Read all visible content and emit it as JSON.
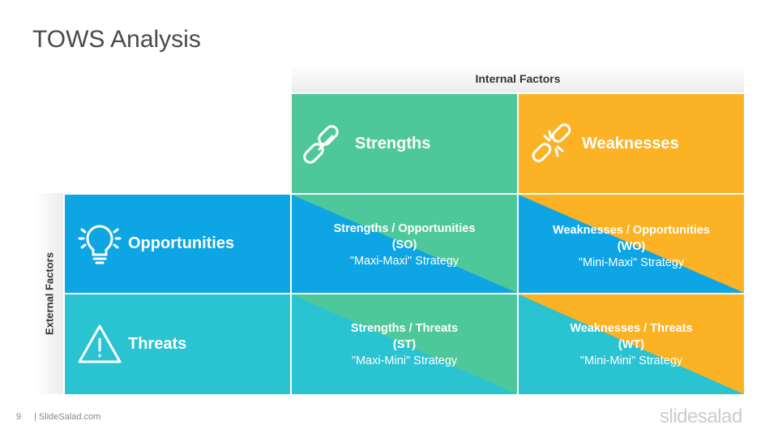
{
  "title": "TOWS Analysis",
  "internal_factors": "Internal Factors",
  "external_factors": "External Factors",
  "columns": [
    {
      "label": "Strengths",
      "color": "#4ec89b",
      "icon": "chain-link-icon"
    },
    {
      "label": "Weaknesses",
      "color": "#fbb225",
      "icon": "broken-chain-icon"
    }
  ],
  "rows": [
    {
      "label": "Opportunities",
      "color": "#0ea5e5",
      "icon": "lightbulb-icon"
    },
    {
      "label": "Threats",
      "color": "#29c3d1",
      "icon": "warning-icon"
    }
  ],
  "quadrants": {
    "so": {
      "title": "Strengths / Opportunities",
      "code": "(SO)",
      "strategy": "\"Maxi-Maxi\" Strategy"
    },
    "wo": {
      "title": "Weaknesses  / Opportunities",
      "code": "(WO)",
      "strategy": "\"Mini-Maxi\" Strategy"
    },
    "st": {
      "title": "Strengths / Threats",
      "code": "(ST)",
      "strategy": "\"Maxi-Mini\" Strategy"
    },
    "wt": {
      "title": "Weaknesses  / Threats",
      "code": "(WT)",
      "strategy": "\"Mini-Mini\" Strategy"
    }
  },
  "footer": {
    "page_number": "9",
    "brand": "| SlideSalad.com"
  },
  "logo": "slidesalad"
}
